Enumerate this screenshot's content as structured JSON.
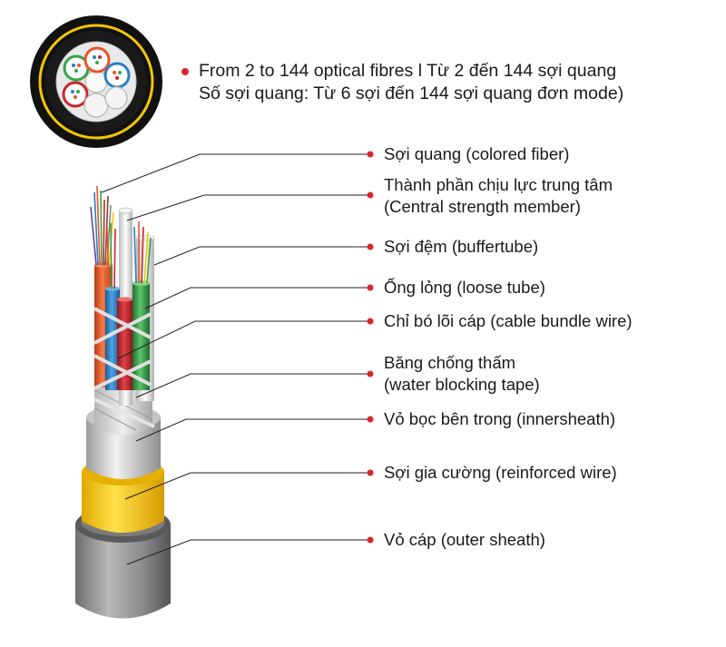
{
  "header": {
    "line1": "From 2 to 144 optical fibres  l Từ 2 đến 144 sợi quang",
    "line2": "Số sợi quang: Từ 6 sợi đến 144 sợi quang đơn mode)"
  },
  "labels": [
    {
      "lines": [
        "Sợi quang (colored fiber)"
      ]
    },
    {
      "lines": [
        "Thành phần chịu lực trung tâm",
        "(Central strength member)"
      ]
    },
    {
      "lines": [
        "Sợi đệm (buffertube)"
      ]
    },
    {
      "lines": [
        "Ống lỏng (loose tube)"
      ]
    },
    {
      "lines": [
        "Chỉ bó lõi cáp (cable bundle wire)"
      ]
    },
    {
      "lines": [
        "Băng chống thấm",
        "(water blocking tape)"
      ]
    },
    {
      "lines": [
        "Vỏ bọc bên trong (innersheath)"
      ]
    },
    {
      "lines": [
        "Sợi gia cường (reinforced wire)"
      ]
    },
    {
      "lines": [
        "Vỏ cáp (outer sheath)"
      ]
    }
  ],
  "colors": {
    "marker": "#d9262b",
    "outer_sheath": "#8a8a8a",
    "reinforced_wire": "#f5c400",
    "inner_sheath": "#cfcfcf",
    "tube_orange": "#e8562a",
    "tube_blue": "#2a7fc4",
    "tube_red": "#c6282e",
    "tube_green": "#3aa24a"
  }
}
